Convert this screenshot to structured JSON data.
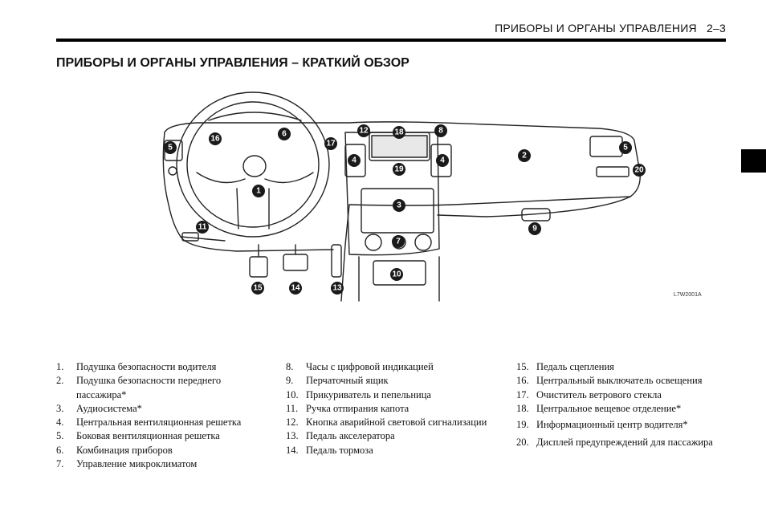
{
  "header": {
    "running_title": "ПРИБОРЫ И ОРГАНЫ УПРАВЛЕНИЯ   2–3"
  },
  "section": {
    "title": "ПРИБОРЫ И ОРГАНЫ УПРАВЛЕНИЯ – КРАТКИЙ ОБЗОР"
  },
  "figure": {
    "code": "L7W2001A",
    "callouts": [
      "1",
      "2",
      "3",
      "4",
      "4",
      "5",
      "5",
      "6",
      "7",
      "8",
      "9",
      "10",
      "11",
      "12",
      "13",
      "14",
      "15",
      "16",
      "17",
      "18",
      "19",
      "20"
    ]
  },
  "legend": {
    "col1": [
      {
        "num": "1.",
        "text": "Подушка безопасности водителя"
      },
      {
        "num": "2.",
        "text": "Подушка безопасности переднего пассажира*"
      },
      {
        "num": "3.",
        "text": "Аудиосистема*"
      },
      {
        "num": "4.",
        "text": "Центральная вентиляционная решетка"
      },
      {
        "num": "5.",
        "text": "Боковая вентиляционная решетка"
      },
      {
        "num": "6.",
        "text": "Комбинация приборов"
      },
      {
        "num": "7.",
        "text": "Управление микроклиматом"
      }
    ],
    "col2": [
      {
        "num": "8.",
        "text": "Часы с цифровой индикацией"
      },
      {
        "num": "9.",
        "text": "Перчаточный ящик"
      },
      {
        "num": "10.",
        "text": "Прикуриватель и пепельница"
      },
      {
        "num": "11.",
        "text": "Ручка отпирания капота"
      },
      {
        "num": "12.",
        "text": "Кнопка аварийной световой сигнализации"
      },
      {
        "num": "13.",
        "text": "Педаль акселератора"
      },
      {
        "num": "14.",
        "text": "Педаль тормоза"
      }
    ],
    "col3": [
      {
        "num": "15.",
        "text": "Педаль сцепления"
      },
      {
        "num": "16.",
        "text": "Центральный выключатель освещения"
      },
      {
        "num": "17.",
        "text": "Очиститель ветрового стекла"
      },
      {
        "num": "18.",
        "text": "Центральное вещевое отделение*"
      },
      {
        "num": "19.",
        "text": "Информационный центр водителя*"
      },
      {
        "num": "20.",
        "text": "Дисплей предупреждений для пассажира"
      }
    ]
  }
}
